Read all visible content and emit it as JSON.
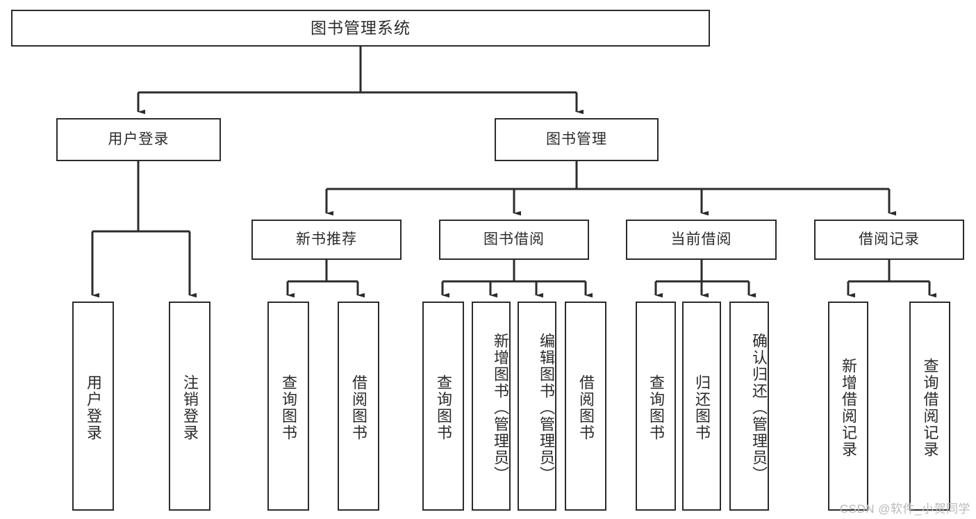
{
  "diagram": {
    "title": "图书管理系统",
    "type": "tree",
    "root": {
      "id": "root",
      "label": "图书管理系统"
    },
    "level2": [
      {
        "id": "user-login",
        "label": "用户登录"
      },
      {
        "id": "book-manage",
        "label": "图书管理"
      }
    ],
    "level3": [
      {
        "id": "new-book-recommend",
        "label": "新书推荐",
        "parent": "book-manage"
      },
      {
        "id": "book-borrow",
        "label": "图书借阅",
        "parent": "book-manage"
      },
      {
        "id": "current-borrow",
        "label": "当前借阅",
        "parent": "book-manage"
      },
      {
        "id": "borrow-record",
        "label": "借阅记录",
        "parent": "book-manage"
      }
    ],
    "leaves": {
      "user-login": [
        {
          "id": "leaf-user-login",
          "label": "用户登录"
        },
        {
          "id": "leaf-logout",
          "label": "注销登录"
        }
      ],
      "new-book-recommend": [
        {
          "id": "leaf-query-book-1",
          "label": "查询图书"
        },
        {
          "id": "leaf-borrow-book-1",
          "label": "借阅图书"
        }
      ],
      "book-borrow": [
        {
          "id": "leaf-query-book-2",
          "label": "查询图书"
        },
        {
          "id": "leaf-add-book",
          "label": "新增图书（管理员）"
        },
        {
          "id": "leaf-edit-book",
          "label": "编辑图书（管理员）"
        },
        {
          "id": "leaf-borrow-book-2",
          "label": "借阅图书"
        }
      ],
      "current-borrow": [
        {
          "id": "leaf-query-book-3",
          "label": "查询图书"
        },
        {
          "id": "leaf-return-book",
          "label": "归还图书"
        },
        {
          "id": "leaf-confirm-return",
          "label": "确认归还（管理员）"
        }
      ],
      "borrow-record": [
        {
          "id": "leaf-add-record",
          "label": "新增借阅记录"
        },
        {
          "id": "leaf-query-record",
          "label": "查询借阅记录"
        }
      ]
    }
  },
  "watermark": {
    "text": "CSDN @软件_小贺同学"
  },
  "colors": {
    "stroke": "#2b2b2b",
    "background": "#ffffff",
    "watermark": "#b9b9b9"
  }
}
